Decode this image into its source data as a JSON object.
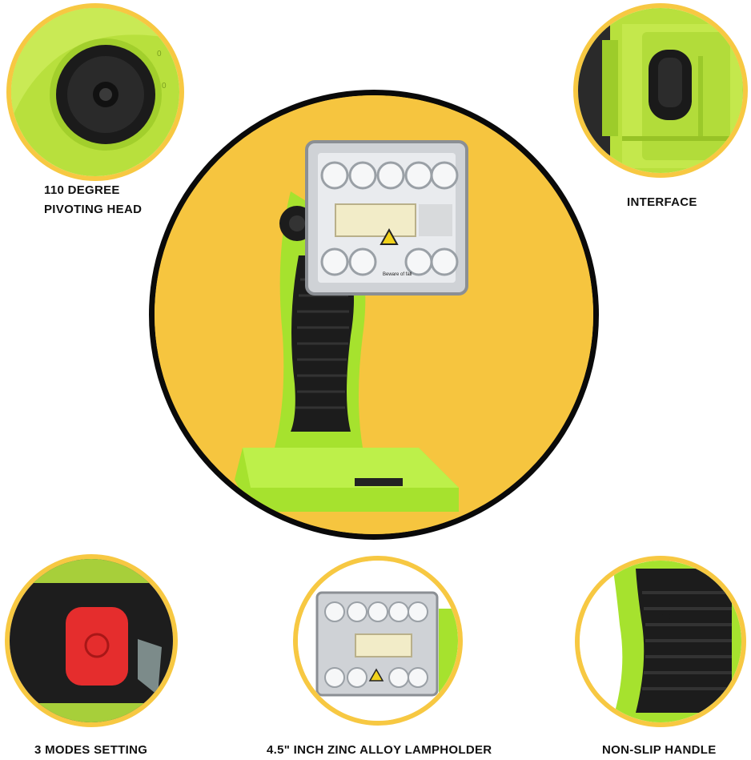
{
  "features": {
    "pivoting_head": {
      "line1": "110 DEGREE",
      "line2": "PIVOTING HEAD"
    },
    "interface": {
      "label": "INTERFACE"
    },
    "modes": {
      "label": "3 MODES SETTING"
    },
    "lampholder": {
      "label": "4.5\" INCH ZINC ALLOY LAMPHOLDER"
    },
    "handle": {
      "label": "NON-SLIP HANDLE"
    }
  },
  "product": {
    "warning_label": "Beware of fall"
  },
  "colors": {
    "ring": "#f7c842",
    "main_background": "#f6c53f",
    "main_border": "#0a0a0a",
    "lime_green": "#a6e22e",
    "grip_black": "#1c1c1c",
    "button_red": "#e52d2d"
  }
}
